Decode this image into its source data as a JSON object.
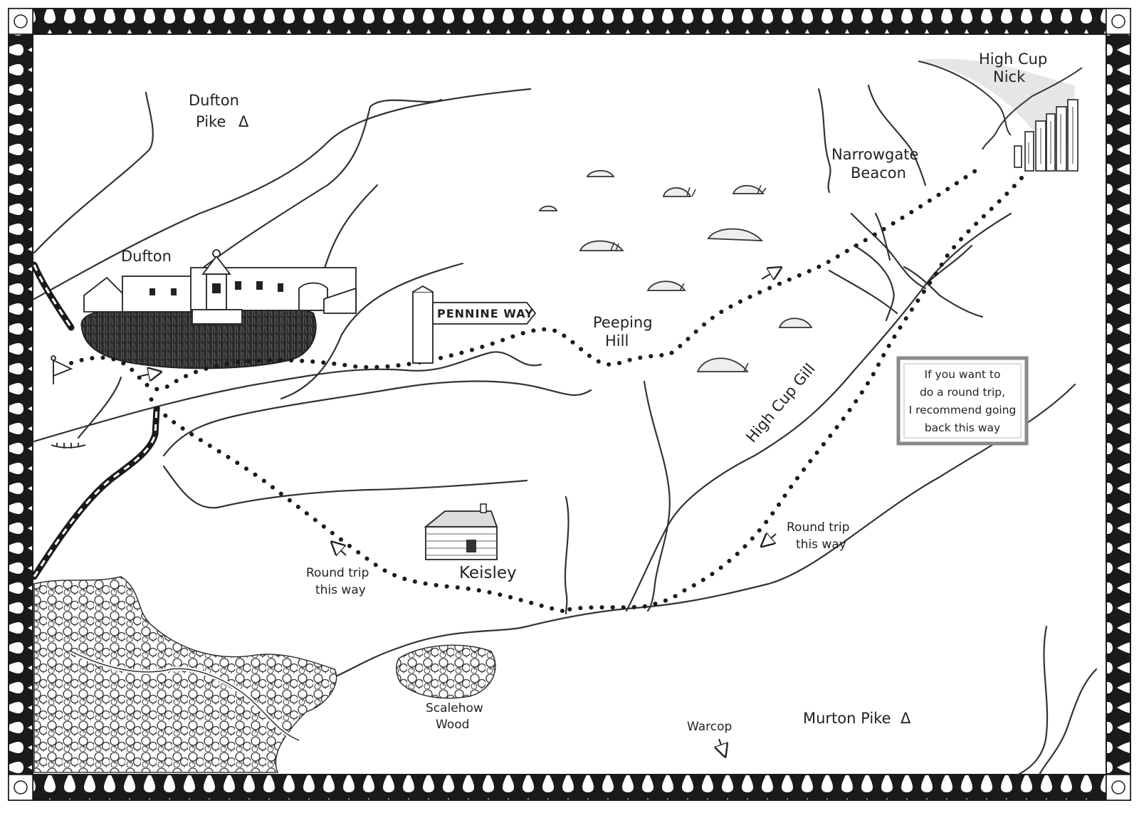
{
  "places": {
    "dufton_pike": [
      "Dufton",
      "Pike"
    ],
    "dufton": "Dufton",
    "high_cup_nick": [
      "High Cup",
      "Nick"
    ],
    "narrowgate_beacon": [
      "Narrowgate",
      "Beacon"
    ],
    "peeping_hill": [
      "Peeping",
      "Hill"
    ],
    "high_cup_gill": "High Cup Gill",
    "keisley": "Keisley",
    "scalehow_wood": [
      "Scalehow",
      "Wood"
    ],
    "warcop": "Warcop",
    "murton_pike": "Murton Pike"
  },
  "signpost": {
    "label": "PENNINE WAY"
  },
  "notes": {
    "round_trip_left": [
      "Round trip",
      "this way"
    ],
    "round_trip_right": [
      "Round trip",
      "this way"
    ],
    "recommend_box": [
      "If you want to",
      "do a round trip,",
      "I recommend going",
      "back this way"
    ]
  },
  "symbols": {
    "summit": "Δ"
  },
  "colors": {
    "ink": "#222222",
    "paper": "#ffffff",
    "frame": "#1a1a1a",
    "box_border": "#8a8a8a"
  }
}
